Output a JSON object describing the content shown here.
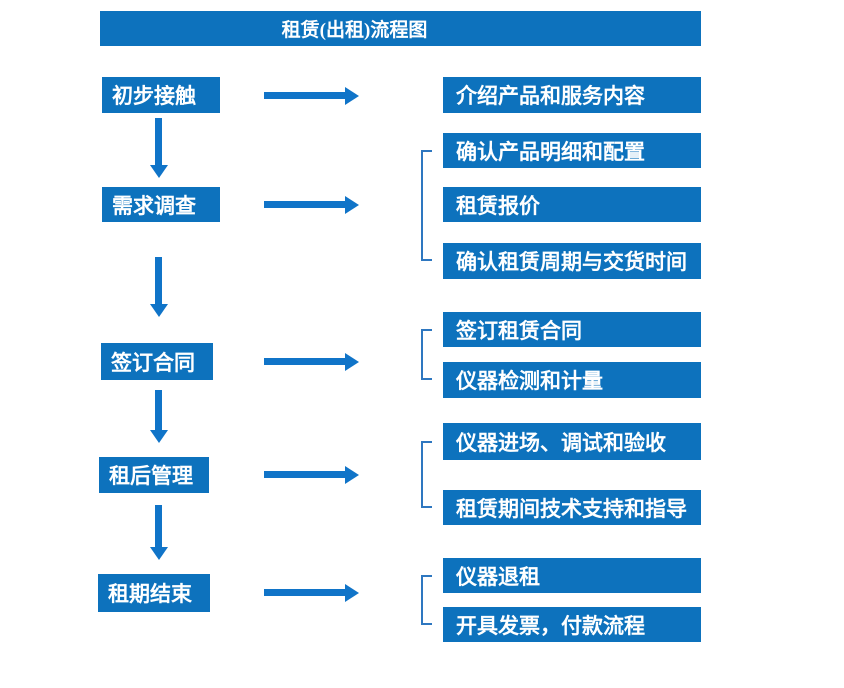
{
  "title": "租赁(出租)流程图",
  "stages": [
    {
      "label": "初步接触",
      "details": [
        "介绍产品和服务内容"
      ]
    },
    {
      "label": "需求调查",
      "details": [
        "确认产品明细和配置",
        "租赁报价",
        "确认租赁周期与交货时间"
      ]
    },
    {
      "label": "签订合同",
      "details": [
        "签订租赁合同",
        "仪器检测和计量"
      ]
    },
    {
      "label": "租后管理",
      "details": [
        "仪器进场、调试和验收",
        "租赁期间技术支持和指导"
      ]
    },
    {
      "label": "租期结束",
      "details": [
        "仪器退租",
        "开具发票，付款流程"
      ]
    }
  ],
  "colors": {
    "box_blue": "#0d72bd",
    "arrow_blue": "#1074c8",
    "bracket_blue": "#2e77c0",
    "text": "#ffffff",
    "background": "#ffffff"
  }
}
